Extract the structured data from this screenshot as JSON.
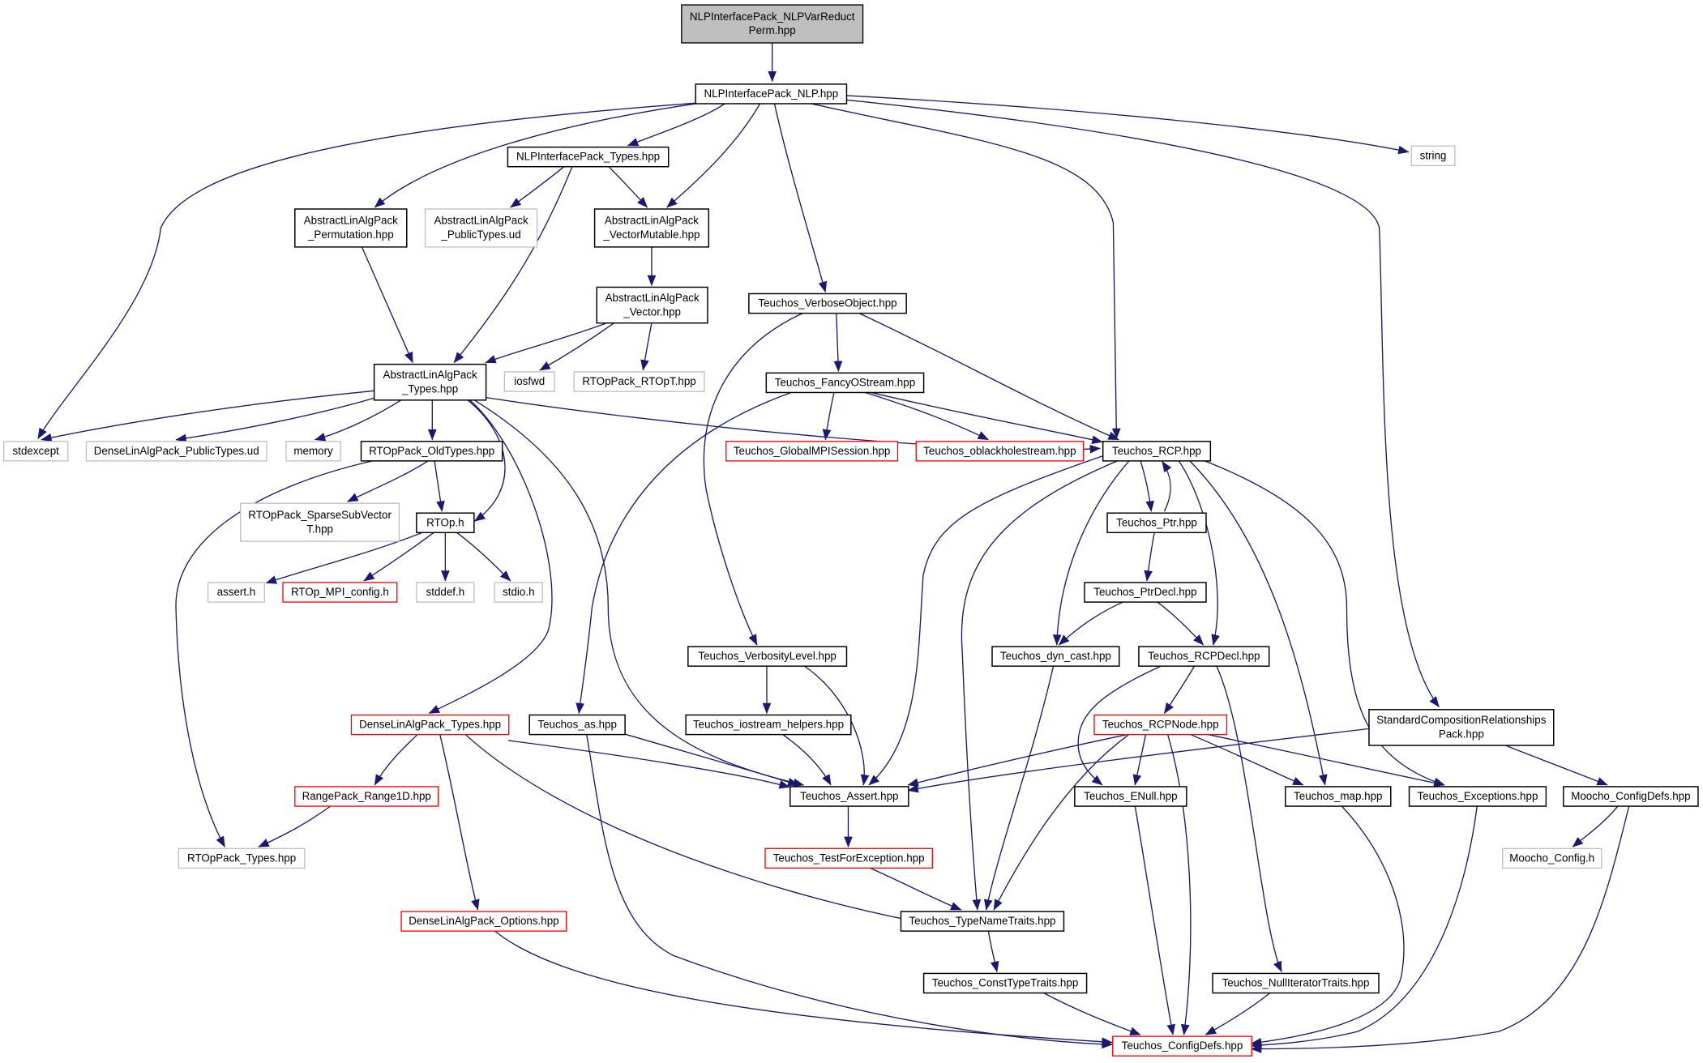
{
  "graph": {
    "edge_color": "#191970",
    "border_colors": {
      "documented": "#000000",
      "external": "#bfbfbf",
      "incomplete": "#ff0000",
      "root_fill": "#bfbfbf"
    },
    "nodes": [
      {
        "id": "root",
        "lines": [
          "NLPInterfacePack_NLPVarReduct",
          "Perm.hpp"
        ],
        "kind": "root"
      },
      {
        "id": "nlp",
        "lines": [
          "NLPInterfacePack_NLP.hpp"
        ],
        "kind": "doc"
      },
      {
        "id": "string",
        "lines": [
          "string"
        ],
        "kind": "ext"
      },
      {
        "id": "nlptypes",
        "lines": [
          "NLPInterfacePack_Types.hpp"
        ],
        "kind": "doc"
      },
      {
        "id": "alaperm",
        "lines": [
          "AbstractLinAlgPack",
          "_Permutation.hpp"
        ],
        "kind": "doc"
      },
      {
        "id": "alapub",
        "lines": [
          "AbstractLinAlgPack",
          "_PublicTypes.ud"
        ],
        "kind": "ext"
      },
      {
        "id": "alavm",
        "lines": [
          "AbstractLinAlgPack",
          "_VectorMutable.hpp"
        ],
        "kind": "doc"
      },
      {
        "id": "alavec",
        "lines": [
          "AbstractLinAlgPack",
          "_Vector.hpp"
        ],
        "kind": "doc"
      },
      {
        "id": "verbose",
        "lines": [
          "Teuchos_VerboseObject.hpp"
        ],
        "kind": "doc"
      },
      {
        "id": "alatypes",
        "lines": [
          "AbstractLinAlgPack",
          "_Types.hpp"
        ],
        "kind": "doc"
      },
      {
        "id": "iosfwd",
        "lines": [
          "iosfwd"
        ],
        "kind": "ext"
      },
      {
        "id": "rtopt",
        "lines": [
          "RTOpPack_RTOpT.hpp"
        ],
        "kind": "ext"
      },
      {
        "id": "fancy",
        "lines": [
          "Teuchos_FancyOStream.hpp"
        ],
        "kind": "doc"
      },
      {
        "id": "stdexcept",
        "lines": [
          "stdexcept"
        ],
        "kind": "ext"
      },
      {
        "id": "dlapub",
        "lines": [
          "DenseLinAlgPack_PublicTypes.ud"
        ],
        "kind": "ext"
      },
      {
        "id": "memory",
        "lines": [
          "memory"
        ],
        "kind": "ext"
      },
      {
        "id": "rtopold",
        "lines": [
          "RTOpPack_OldTypes.hpp"
        ],
        "kind": "doc"
      },
      {
        "id": "globalmpi",
        "lines": [
          "Teuchos_GlobalMPISession.hpp"
        ],
        "kind": "incomplete"
      },
      {
        "id": "oblack",
        "lines": [
          "Teuchos_oblackholestream.hpp"
        ],
        "kind": "incomplete"
      },
      {
        "id": "rcp",
        "lines": [
          "Teuchos_RCP.hpp"
        ],
        "kind": "doc"
      },
      {
        "id": "sparse",
        "lines": [
          "RTOpPack_SparseSubVector",
          "T.hpp"
        ],
        "kind": "ext"
      },
      {
        "id": "rtoph",
        "lines": [
          "RTOp.h"
        ],
        "kind": "doc"
      },
      {
        "id": "ptr",
        "lines": [
          "Teuchos_Ptr.hpp"
        ],
        "kind": "doc"
      },
      {
        "id": "asserth",
        "lines": [
          "assert.h"
        ],
        "kind": "ext"
      },
      {
        "id": "mpiconfig",
        "lines": [
          "RTOp_MPI_config.h"
        ],
        "kind": "incomplete"
      },
      {
        "id": "stddef",
        "lines": [
          "stddef.h"
        ],
        "kind": "ext"
      },
      {
        "id": "stdio",
        "lines": [
          "stdio.h"
        ],
        "kind": "ext"
      },
      {
        "id": "ptrdecl",
        "lines": [
          "Teuchos_PtrDecl.hpp"
        ],
        "kind": "doc"
      },
      {
        "id": "verbosity",
        "lines": [
          "Teuchos_VerbosityLevel.hpp"
        ],
        "kind": "doc"
      },
      {
        "id": "dyncast",
        "lines": [
          "Teuchos_dyn_cast.hpp"
        ],
        "kind": "doc"
      },
      {
        "id": "rcpdecl",
        "lines": [
          "Teuchos_RCPDecl.hpp"
        ],
        "kind": "doc"
      },
      {
        "id": "stdcomp",
        "lines": [
          "StandardCompositionRelationships",
          "Pack.hpp"
        ],
        "kind": "doc"
      },
      {
        "id": "dlatypes",
        "lines": [
          "DenseLinAlgPack_Types.hpp"
        ],
        "kind": "incomplete"
      },
      {
        "id": "asdoc",
        "lines": [
          "Teuchos_as.hpp"
        ],
        "kind": "doc"
      },
      {
        "id": "iohelp",
        "lines": [
          "Teuchos_iostream_helpers.hpp"
        ],
        "kind": "doc"
      },
      {
        "id": "rcpnode",
        "lines": [
          "Teuchos_RCPNode.hpp"
        ],
        "kind": "incomplete"
      },
      {
        "id": "range1d",
        "lines": [
          "RangePack_Range1D.hpp"
        ],
        "kind": "incomplete"
      },
      {
        "id": "assert",
        "lines": [
          "Teuchos_Assert.hpp"
        ],
        "kind": "doc"
      },
      {
        "id": "enull",
        "lines": [
          "Teuchos_ENull.hpp"
        ],
        "kind": "doc"
      },
      {
        "id": "map",
        "lines": [
          "Teuchos_map.hpp"
        ],
        "kind": "doc"
      },
      {
        "id": "exceptions",
        "lines": [
          "Teuchos_Exceptions.hpp"
        ],
        "kind": "doc"
      },
      {
        "id": "moochodefs",
        "lines": [
          "Moocho_ConfigDefs.hpp"
        ],
        "kind": "doc"
      },
      {
        "id": "rtoptypes",
        "lines": [
          "RTOpPack_Types.hpp"
        ],
        "kind": "ext"
      },
      {
        "id": "testfor",
        "lines": [
          "Teuchos_TestForException.hpp"
        ],
        "kind": "incomplete"
      },
      {
        "id": "moochoconfig",
        "lines": [
          "Moocho_Config.h"
        ],
        "kind": "ext"
      },
      {
        "id": "dlaopts",
        "lines": [
          "DenseLinAlgPack_Options.hpp"
        ],
        "kind": "incomplete"
      },
      {
        "id": "typename",
        "lines": [
          "Teuchos_TypeNameTraits.hpp"
        ],
        "kind": "doc"
      },
      {
        "id": "consttype",
        "lines": [
          "Teuchos_ConstTypeTraits.hpp"
        ],
        "kind": "doc"
      },
      {
        "id": "nulliter",
        "lines": [
          "Teuchos_NullIteratorTraits.hpp"
        ],
        "kind": "doc"
      },
      {
        "id": "configdefs",
        "lines": [
          "Teuchos_ConfigDefs.hpp"
        ],
        "kind": "incomplete"
      }
    ],
    "edges": [
      [
        "root",
        "nlp"
      ],
      [
        "nlp",
        "nlptypes"
      ],
      [
        "nlp",
        "alaperm"
      ],
      [
        "nlp",
        "alavm"
      ],
      [
        "nlp",
        "verbose"
      ],
      [
        "nlp",
        "rcp"
      ],
      [
        "nlp",
        "stdexcept"
      ],
      [
        "nlp",
        "string"
      ],
      [
        "nlp",
        "stdcomp"
      ],
      [
        "nlptypes",
        "alapub"
      ],
      [
        "nlptypes",
        "alavm"
      ],
      [
        "nlptypes",
        "alatypes"
      ],
      [
        "alaperm",
        "alatypes"
      ],
      [
        "alavm",
        "alavec"
      ],
      [
        "alavec",
        "alatypes"
      ],
      [
        "alavec",
        "iosfwd"
      ],
      [
        "alavec",
        "rtopt"
      ],
      [
        "alatypes",
        "stdexcept"
      ],
      [
        "alatypes",
        "dlapub"
      ],
      [
        "alatypes",
        "memory"
      ],
      [
        "alatypes",
        "rtopold"
      ],
      [
        "alatypes",
        "rtoph"
      ],
      [
        "alatypes",
        "dlatypes"
      ],
      [
        "alatypes",
        "assert"
      ],
      [
        "alatypes",
        "rcp"
      ],
      [
        "rtopold",
        "sparse"
      ],
      [
        "rtopold",
        "rtoph"
      ],
      [
        "rtopold",
        "rtoptypes"
      ],
      [
        "rtoph",
        "asserth"
      ],
      [
        "rtoph",
        "mpiconfig"
      ],
      [
        "rtoph",
        "stddef"
      ],
      [
        "rtoph",
        "stdio"
      ],
      [
        "verbose",
        "fancy"
      ],
      [
        "verbose",
        "rcp"
      ],
      [
        "verbose",
        "verbosity"
      ],
      [
        "fancy",
        "globalmpi"
      ],
      [
        "fancy",
        "oblack"
      ],
      [
        "fancy",
        "rcp"
      ],
      [
        "fancy",
        "asdoc"
      ],
      [
        "rcp",
        "ptr"
      ],
      [
        "rcp",
        "dyncast"
      ],
      [
        "rcp",
        "rcpdecl"
      ],
      [
        "rcp",
        "assert"
      ],
      [
        "rcp",
        "typename"
      ],
      [
        "rcp",
        "map"
      ],
      [
        "rcp",
        "exceptions"
      ],
      [
        "ptr",
        "rcp"
      ],
      [
        "ptr",
        "ptrdecl"
      ],
      [
        "ptrdecl",
        "dyncast"
      ],
      [
        "ptrdecl",
        "rcpdecl"
      ],
      [
        "dyncast",
        "typename"
      ],
      [
        "rcpdecl",
        "rcpnode"
      ],
      [
        "rcpdecl",
        "enull"
      ],
      [
        "rcpdecl",
        "nulliter"
      ],
      [
        "rcpnode",
        "assert"
      ],
      [
        "rcpnode",
        "enull"
      ],
      [
        "rcpnode",
        "map"
      ],
      [
        "rcpnode",
        "exceptions"
      ],
      [
        "rcpnode",
        "typename"
      ],
      [
        "rcpnode",
        "configdefs"
      ],
      [
        "verbosity",
        "iohelp"
      ],
      [
        "verbosity",
        "assert"
      ],
      [
        "iohelp",
        "assert"
      ],
      [
        "asdoc",
        "assert"
      ],
      [
        "asdoc",
        "configdefs"
      ],
      [
        "dlatypes",
        "range1d"
      ],
      [
        "dlatypes",
        "assert"
      ],
      [
        "dlatypes",
        "typename"
      ],
      [
        "dlatypes",
        "dlaopts"
      ],
      [
        "range1d",
        "rtoptypes"
      ],
      [
        "assert",
        "testfor"
      ],
      [
        "testfor",
        "typename"
      ],
      [
        "typename",
        "consttype"
      ],
      [
        "consttype",
        "configdefs"
      ],
      [
        "nulliter",
        "configdefs"
      ],
      [
        "enull",
        "configdefs"
      ],
      [
        "map",
        "configdefs"
      ],
      [
        "exceptions",
        "configdefs"
      ],
      [
        "stdcomp",
        "assert"
      ],
      [
        "stdcomp",
        "moochodefs"
      ],
      [
        "moochodefs",
        "moochoconfig"
      ],
      [
        "moochodefs",
        "configdefs"
      ],
      [
        "dlaopts",
        "configdefs"
      ]
    ]
  }
}
